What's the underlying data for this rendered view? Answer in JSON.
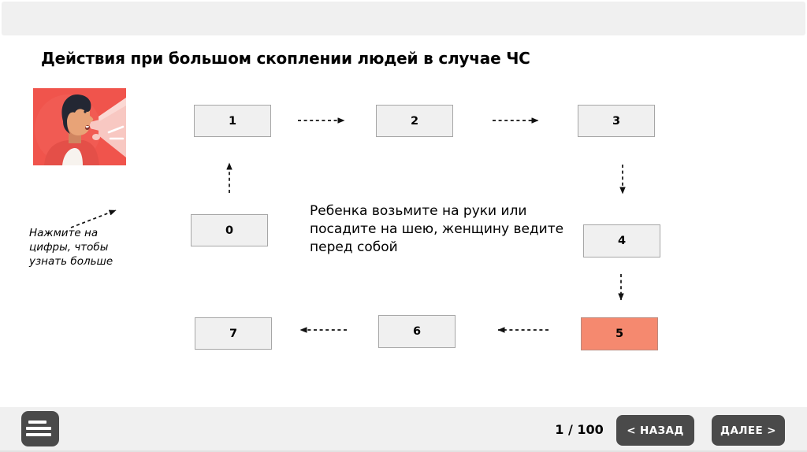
{
  "slide": {
    "title": "Действия при большом скоплении людей в случае ЧС",
    "hint_lines": [
      "Нажмите на",
      "цифры, чтобы",
      "узнать больше"
    ],
    "description_lines": [
      "Ребенка возьмите на руки или",
      "посадите на шею, женщину ведите",
      "перед собой"
    ],
    "nodes": [
      {
        "label": "0",
        "highlighted": false
      },
      {
        "label": "1",
        "highlighted": false
      },
      {
        "label": "2",
        "highlighted": false
      },
      {
        "label": "3",
        "highlighted": false
      },
      {
        "label": "4",
        "highlighted": false
      },
      {
        "label": "5",
        "highlighted": true
      },
      {
        "label": "6",
        "highlighted": false
      },
      {
        "label": "7",
        "highlighted": false
      }
    ],
    "illustration": "man-shouting-into-megaphone",
    "colors": {
      "node_bg": "#F0F0F0",
      "node_border": "#A6A6A6",
      "highlight": "#F5896F",
      "illustration_bg": "#F0544C"
    }
  },
  "footer": {
    "page_indicator": "1 / 100",
    "back_label": "< НАЗАД",
    "next_label": "ДАЛЕЕ >",
    "menu_icon": "hamburger-icon",
    "colors": {
      "bar": "#F0F0F0",
      "button_dark": "#4A4A4A"
    }
  }
}
